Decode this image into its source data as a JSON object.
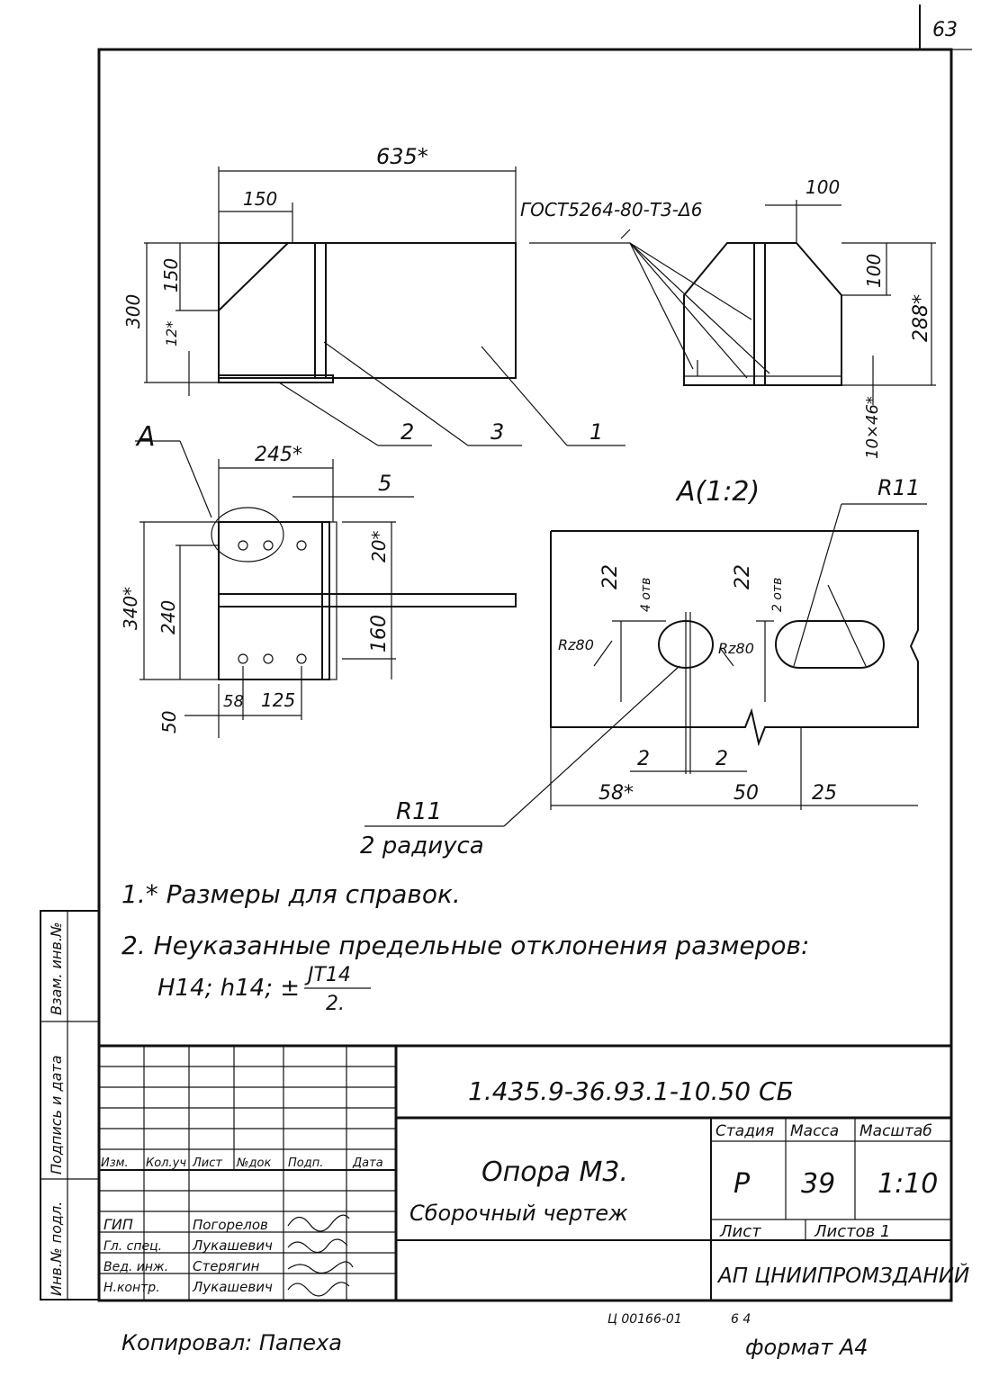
{
  "sheet": {
    "page_number": "63",
    "format_label": "формат А4",
    "copied_by": "Копировал: Папеха",
    "archive_code": "Ц 00166-01",
    "archive_code_extra": "6 4"
  },
  "views": {
    "front": {
      "dim_total": "635*",
      "dim_top": "150",
      "dim_height": "300",
      "dim_upper": "150",
      "dim_lower": "12*",
      "callout_1": "1",
      "callout_2": "2",
      "callout_3": "3"
    },
    "side": {
      "weld_note": "ГОСТ5264-80-Т3-Δ6",
      "dim_top": "100",
      "dim_right": "100",
      "dim_total": "288*",
      "dim_plate": "10×46*"
    },
    "plan": {
      "detail_mark": "А",
      "dim_width": "245*",
      "dim_5": "5",
      "dim_height": "340*",
      "dim_inner": "240",
      "dim_20": "20*",
      "dim_160": "160",
      "dim_58": "58",
      "dim_125": "125",
      "dim_50": "50"
    },
    "detail": {
      "title": "А(1:2)",
      "r11_top": "R11",
      "dim_22_left": "22",
      "note_left": "4 отв",
      "dim_22_right": "22",
      "note_right": "2 отв",
      "rz_left": "Rz80",
      "rz_right": "Rz80",
      "dim_2_left": "2",
      "dim_2_right": "2",
      "dim_58": "58*",
      "dim_50": "50",
      "dim_25": "25",
      "r11_bottom": "R11",
      "r11_note": "2 радиуса"
    }
  },
  "notes": {
    "note1": "1.* Размеры для справок.",
    "note2": "2. Неуказанные предельные отклонения размеров:",
    "note2_formula": "H14; h14; ±",
    "fraction_top": "JT14",
    "fraction_bottom": "2."
  },
  "stamp": {
    "doc_code": "1.435.9-36.93.1-10.50 СБ",
    "headers": [
      "Изм.",
      "Кол.уч",
      "Лист",
      "№док",
      "Подп.",
      "Дата"
    ],
    "roles": [
      "ГИП",
      "Гл. спец.",
      "Вед. инж.",
      "Н.контр."
    ],
    "names": [
      "Погорелов",
      "Лукашевич",
      "Стерягин",
      "Лукашевич"
    ],
    "title1": "Опора М3.",
    "title2": "Сборочный чертеж",
    "stage_h": "Стадия",
    "mass_h": "Масса",
    "scale_h": "Масштаб",
    "stage": "Р",
    "mass": "39",
    "scale": "1:10",
    "sheet_h": "Лист",
    "sheets_h": "Листов 1",
    "org": "АП ЦНИИПРОМЗДАНИЙ"
  },
  "side_strip": [
    "Взам. инв.№",
    "Подпись и дата",
    "Инв.№ подл."
  ]
}
